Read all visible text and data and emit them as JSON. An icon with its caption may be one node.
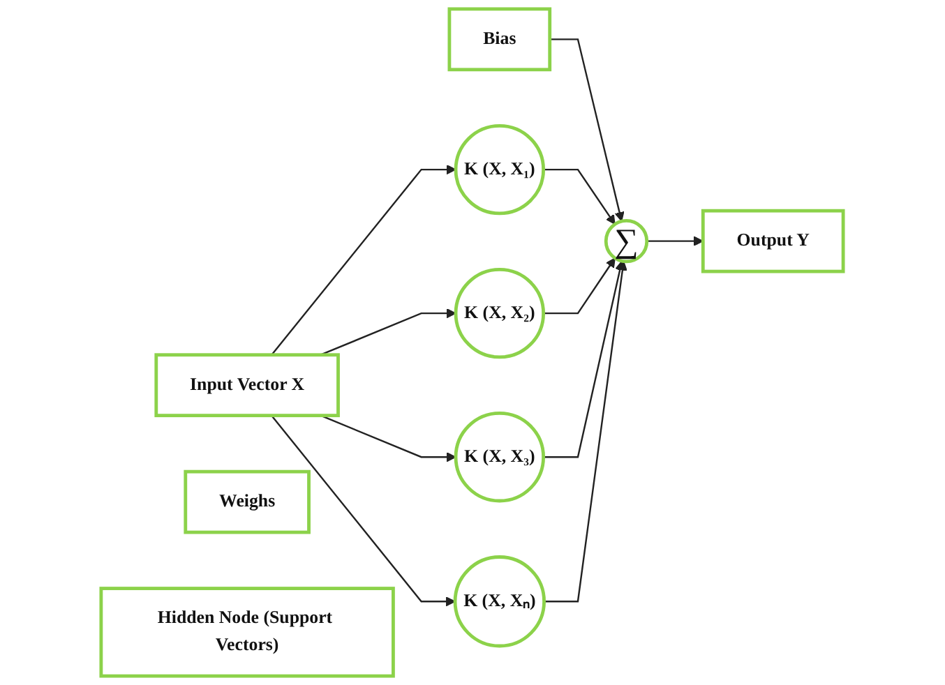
{
  "diagram": {
    "nodes": [
      {
        "text": [
          "Bias"
        ]
      },
      {
        "text": [
          "Input Vector X"
        ]
      },
      {
        "text": [
          "K (X, X₁)"
        ]
      },
      {
        "text": [
          "K (X, X₂)"
        ]
      },
      {
        "text": [
          "K (X, X₃)"
        ]
      },
      {
        "text": [
          "K (X, Xₙ)"
        ]
      },
      {
        "text": [
          "∑"
        ]
      },
      {
        "text": [
          "Output Y"
        ]
      },
      {
        "text": [
          "Weighs"
        ]
      },
      {
        "text": [
          "Hidden Node (Support Vectors)"
        ]
      }
    ],
    "edges": [
      {
        "from": 0,
        "to": 6,
        "arrow": "to"
      },
      {
        "from": 1,
        "to": 2,
        "arrow": "to"
      },
      {
        "from": 1,
        "to": 3,
        "arrow": "to"
      },
      {
        "from": 1,
        "to": 4,
        "arrow": "to"
      },
      {
        "from": 1,
        "to": 5,
        "arrow": "to"
      },
      {
        "from": 2,
        "to": 6,
        "arrow": "to"
      },
      {
        "from": 3,
        "to": 6,
        "arrow": "to"
      },
      {
        "from": 4,
        "to": 6,
        "arrow": "to"
      },
      {
        "from": 5,
        "to": 6,
        "arrow": "to"
      },
      {
        "from": 6,
        "to": 7,
        "arrow": "to"
      }
    ]
  }
}
